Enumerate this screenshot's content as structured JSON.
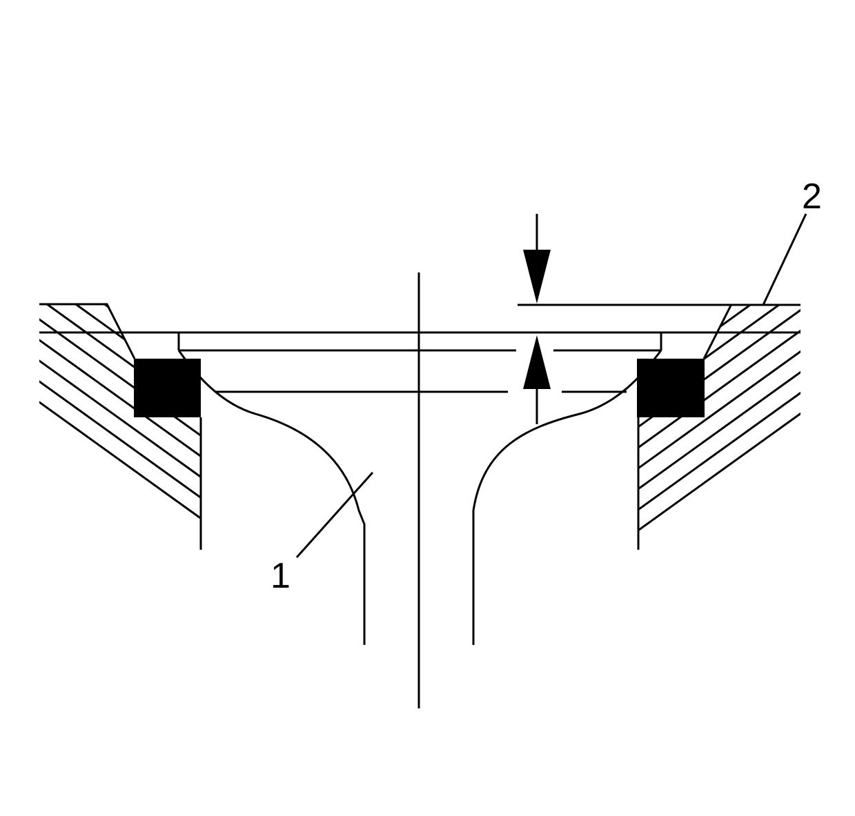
{
  "diagram": {
    "callouts": [
      {
        "id": "callout-1",
        "label": "1"
      },
      {
        "id": "callout-2",
        "label": "2"
      }
    ],
    "colors": {
      "line": "#000000",
      "seat_insert": "#000000",
      "background": "#ffffff"
    }
  }
}
